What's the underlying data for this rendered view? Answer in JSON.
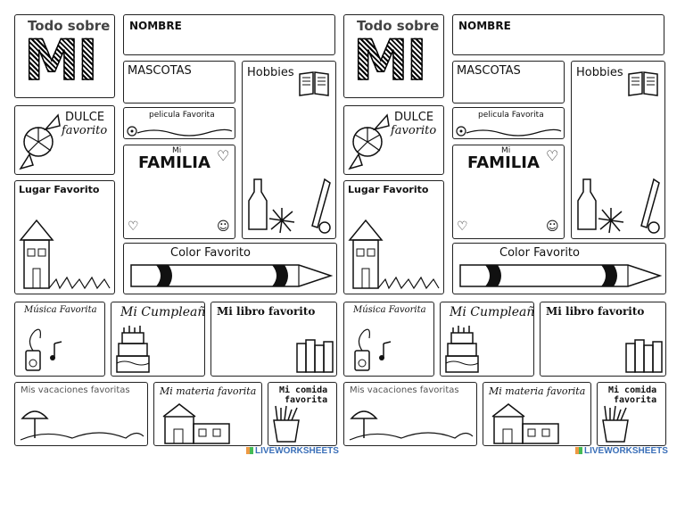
{
  "sheets": [
    {
      "header_small": "Todo sobre",
      "header_big": "MI",
      "name_label": "NOMBRE",
      "pets_label": "MASCOTAS",
      "hobbies_label": "Hobbies",
      "candy_line1": "DULCE",
      "candy_line2": "favorito",
      "movie_label": "pelicula Favorita",
      "family_small": "Mi",
      "family_big": "FAMILIA",
      "place_label": "Lugar Favorito",
      "color_label": "Color Favorito",
      "music_label": "Música Favorita",
      "birthday_label": "Mi Cumpleaños",
      "book_label": "Mi libro favorito",
      "vacation_label": "Mis vacaciones favoritas",
      "subject_label": "Mi materia favorita",
      "food_line1": "Mi comida",
      "food_line2": "favorita",
      "logo_text": "LIVEWORKSHEETS"
    },
    {
      "header_small": "Todo sobre",
      "header_big": "MI",
      "name_label": "NOMBRE",
      "pets_label": "MASCOTAS",
      "hobbies_label": "Hobbies",
      "candy_line1": "DULCE",
      "candy_line2": "favorito",
      "movie_label": "pelicula Favorita",
      "family_small": "Mi",
      "family_big": "FAMILIA",
      "place_label": "Lugar Favorito",
      "color_label": "Color Favorito",
      "music_label": "Música Favorita",
      "birthday_label": "Mi Cumpleaños",
      "book_label": "Mi libro favorito",
      "vacation_label": "Mis vacaciones favoritas",
      "subject_label": "Mi materia favorita",
      "food_line1": "Mi comida",
      "food_line2": "favorita",
      "logo_text": "LIVEWORKSHEETS"
    }
  ]
}
